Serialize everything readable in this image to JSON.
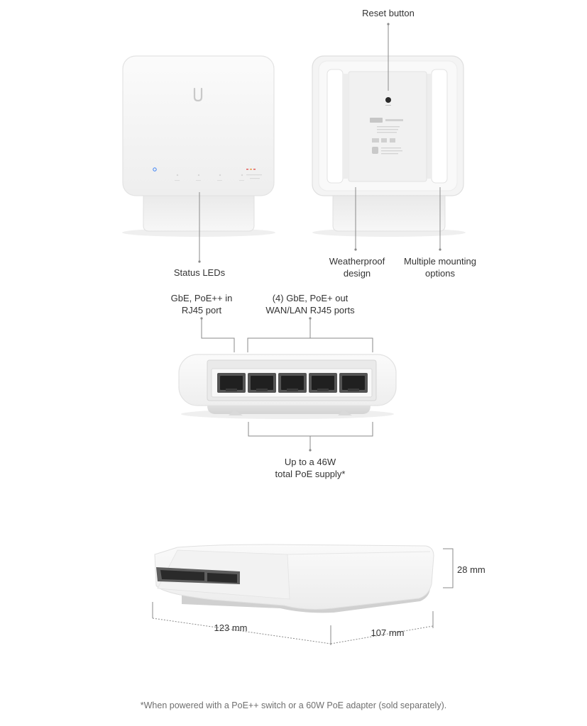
{
  "callouts": {
    "reset_button": "Reset button",
    "status_leds": "Status LEDs",
    "weatherproof_line1": "Weatherproof",
    "weatherproof_line2": "design",
    "mounting_line1": "Multiple mounting",
    "mounting_line2": "options",
    "poe_in_line1": "GbE, PoE++ in",
    "poe_in_line2": "RJ45 port",
    "poe_out_line1": "(4) GbE, PoE+ out",
    "poe_out_line2": "WAN/LAN RJ45 ports",
    "poe_supply_line1": "Up to a 46W",
    "poe_supply_line2": "total PoE supply*"
  },
  "dimensions": {
    "height": "28 mm",
    "width": "123 mm",
    "depth": "107 mm"
  },
  "footnote": "*When powered with a PoE++ switch or a 60W PoE adapter (sold separately).",
  "colors": {
    "housing": "#f6f6f6",
    "housing_edge": "#e2e2e2",
    "shadow": "#dcdcdc",
    "leader_line": "#8a8a8a",
    "led_blue": "#3b82f6",
    "led_red": "#e05252"
  }
}
